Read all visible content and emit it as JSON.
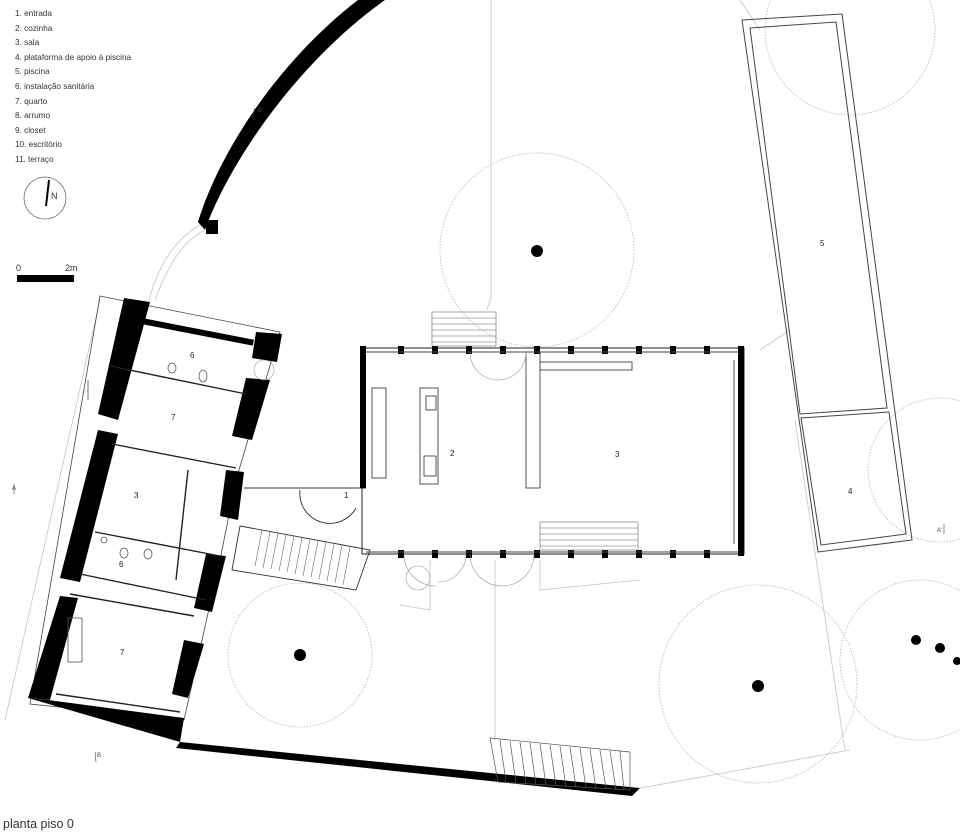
{
  "legend": [
    "1. entrada",
    "2. cozinha",
    "3. sala",
    "4. plataforma de apoio à piscina",
    "5. piscina",
    "6. instalação sanitária",
    "7. quarto",
    "8. arrumo",
    "9. closet",
    "10. escritório",
    "11. terraço"
  ],
  "north_label": "N",
  "scale": {
    "start": "0",
    "end": "2m"
  },
  "caption": "planta piso 0",
  "rooms": {
    "entrada": "1",
    "cozinha": "2",
    "sala": "3",
    "plataforma": "4",
    "piscina": "5",
    "wc_top": "6",
    "wc_mid": "6",
    "quarto_top": "7",
    "quarto_bottom": "7",
    "sala_annex": "3"
  },
  "section_marks": {
    "b_top": "B'",
    "b_bottom": "B",
    "a_left": "A",
    "a_right": "A'"
  }
}
